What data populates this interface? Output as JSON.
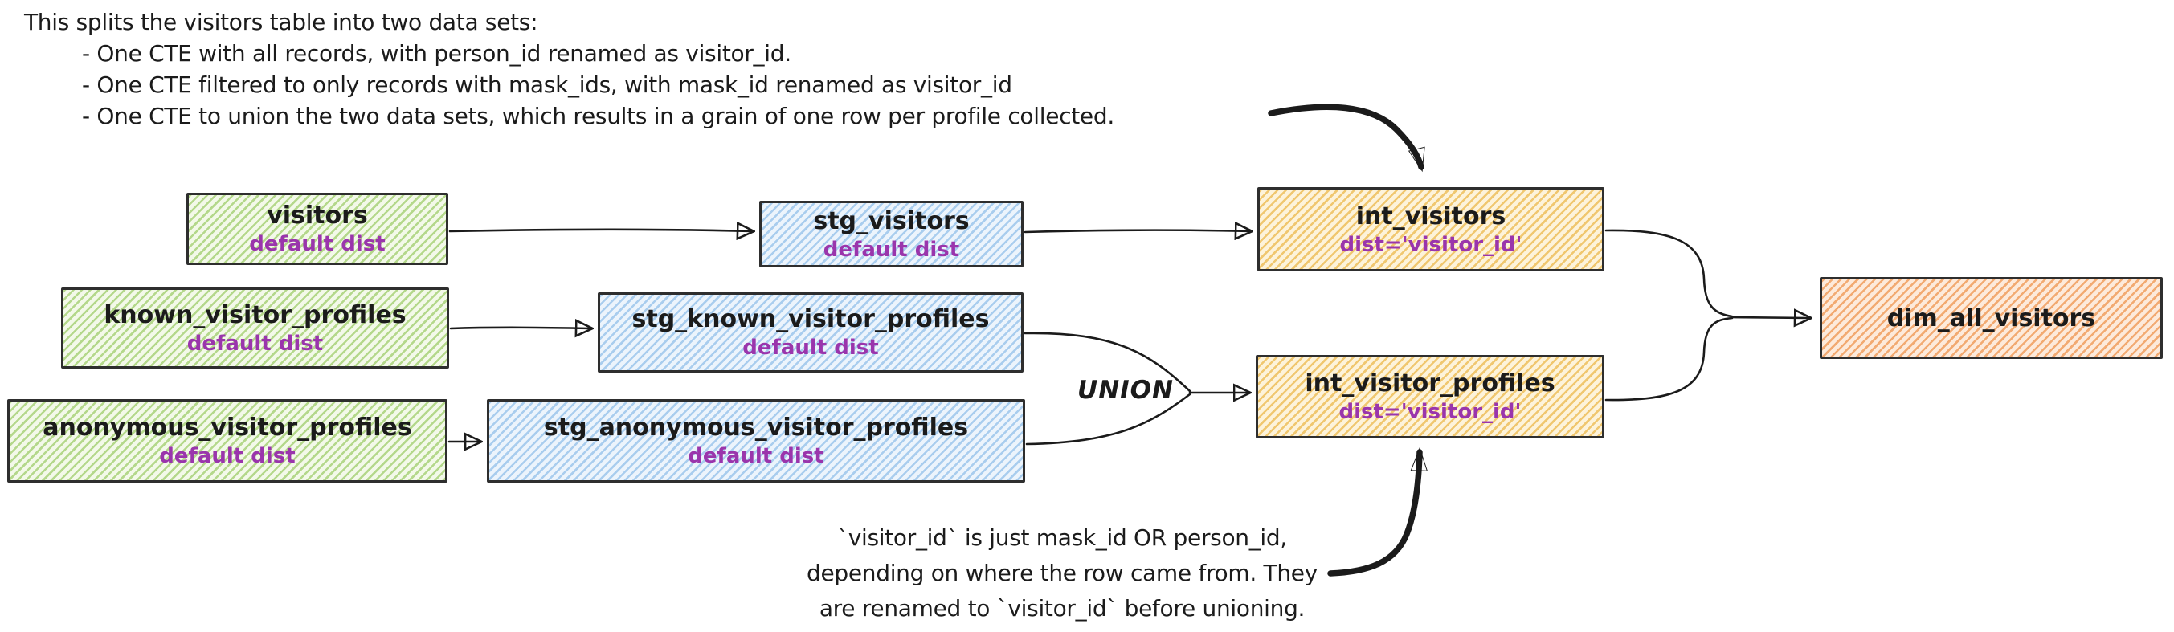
{
  "colors": {
    "ink": "#1b1b1b",
    "border": "#2e2e2e",
    "purple": "#9a35ac",
    "green_hatch": "#b4d88b",
    "green_tint": "#f3f9e9",
    "blue_hatch": "#a9cdee",
    "blue_tint": "#ecf4fc",
    "yellow_hatch": "#f0c76f",
    "yellow_tint": "#fdf3da",
    "orange_hatch": "#f2aa72",
    "orange_tint": "#fdeadb"
  },
  "annotations": {
    "top_note": {
      "intro": "This splits the visitors table into two data sets:",
      "bullets": [
        "- One CTE with all records, with person_id renamed as visitor_id.",
        "- One CTE filtered to only records with mask_ids, with mask_id renamed as visitor_id",
        "- One CTE to union the two data sets, which results in a grain of one row per profile collected."
      ]
    },
    "bottom_note": {
      "lines": [
        "`visitor_id` is just mask_id OR person_id,",
        "depending on where the row came from. They",
        "are renamed to `visitor_id` before unioning."
      ]
    },
    "union_label": "UNION"
  },
  "nodes": {
    "visitors": {
      "title": "visitors",
      "subtitle": "default dist",
      "color": "green"
    },
    "known_visitor_profiles": {
      "title": "known_visitor_profiles",
      "subtitle": "default dist",
      "color": "green"
    },
    "anonymous_visitor_profiles": {
      "title": "anonymous_visitor_profiles",
      "subtitle": "default dist",
      "color": "green"
    },
    "stg_visitors": {
      "title": "stg_visitors",
      "subtitle": "default dist",
      "color": "blue"
    },
    "stg_known_visitor_profiles": {
      "title": "stg_known_visitor_profiles",
      "subtitle": "default dist",
      "color": "blue"
    },
    "stg_anonymous_visitor_profiles": {
      "title": "stg_anonymous_visitor_profiles",
      "subtitle": "default dist",
      "color": "blue"
    },
    "int_visitors": {
      "title": "int_visitors",
      "subtitle": "dist='visitor_id'",
      "color": "yellow"
    },
    "int_visitor_profiles": {
      "title": "int_visitor_profiles",
      "subtitle": "dist='visitor_id'",
      "color": "yellow"
    },
    "dim_all_visitors": {
      "title": "dim_all_visitors",
      "color": "orange"
    }
  }
}
